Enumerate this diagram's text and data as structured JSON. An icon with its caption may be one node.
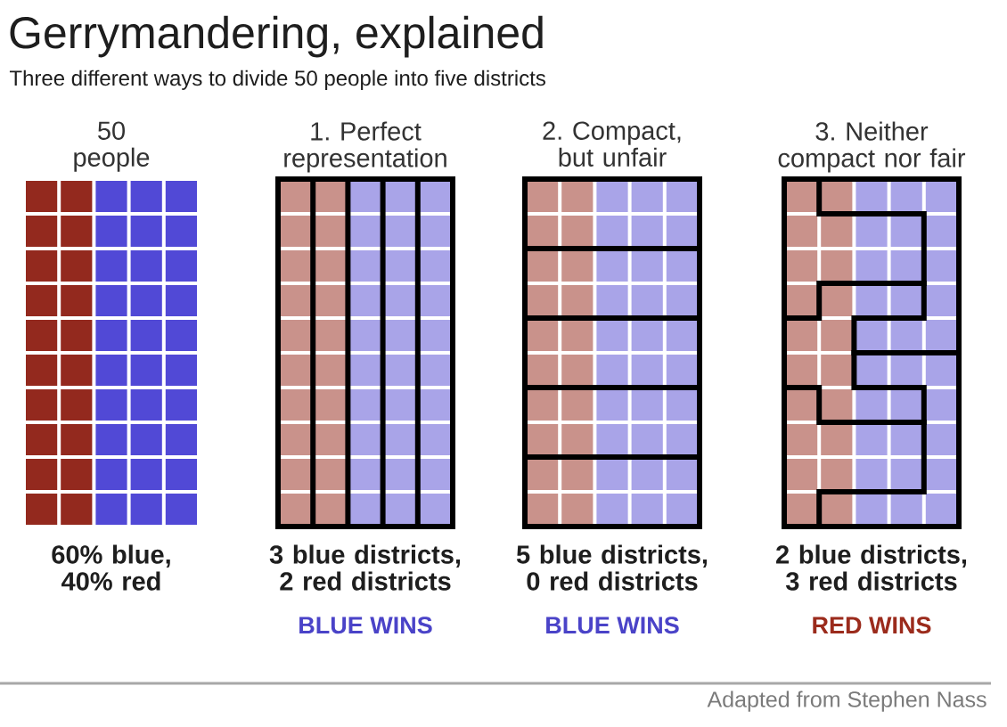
{
  "diagram": {
    "title": "Gerrymandering, explained",
    "labels": [
      "Three different ways to divide 50 people into five districts",
      "50 people",
      "1. Perfect representation",
      "2. Compact, but unfair",
      "3. Neither compact nor fair",
      "60% blue, 40% red",
      "3 blue districts, 2 red districts",
      "5 blue districts, 0 red districts",
      "2 blue districts, 3 red districts",
      "BLUE WINS",
      "BLUE WINS",
      "RED WINS",
      "Adapted from Stephen Nass"
    ]
  }
}
